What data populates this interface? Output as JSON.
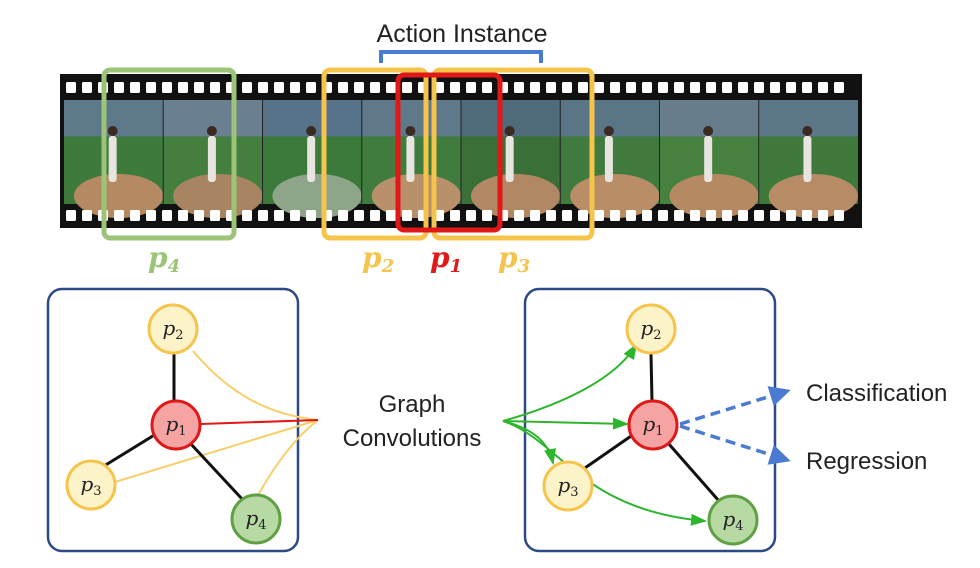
{
  "title": "Action Instance",
  "film": {
    "frame_count": 8
  },
  "proposals": {
    "p4": {
      "base": "p",
      "sub": "4",
      "color": "#9bc479"
    },
    "p2": {
      "base": "p",
      "sub": "2",
      "color": "#f4c44c"
    },
    "p1": {
      "base": "p",
      "sub": "1",
      "color": "#e01818"
    },
    "p3": {
      "base": "p",
      "sub": "3",
      "color": "#f4c44c"
    }
  },
  "middle_label": {
    "line1": "Graph",
    "line2": "Convolutions"
  },
  "outputs": {
    "classification": "Classification",
    "regression": "Regression"
  },
  "graph_nodes": {
    "p1": {
      "base": "p",
      "sub": "1"
    },
    "p2": {
      "base": "p",
      "sub": "2"
    },
    "p3": {
      "base": "p",
      "sub": "3"
    },
    "p4": {
      "base": "p",
      "sub": "4"
    }
  },
  "colors": {
    "panel_border": "#2e4a86",
    "bracket": "#4a7bd0",
    "node_red_fill": "#f5a3a3",
    "node_red_stroke": "#e01818",
    "node_yellow_fill": "#fdf3c8",
    "node_yellow_stroke": "#f4c44c",
    "node_green_fill": "#b7d9a4",
    "node_green_stroke": "#5fa043",
    "edge_yellow": "#f7cf6a",
    "edge_red": "#e01818",
    "arrow_green": "#2db52d",
    "arrow_blue": "#4a7bd0"
  }
}
